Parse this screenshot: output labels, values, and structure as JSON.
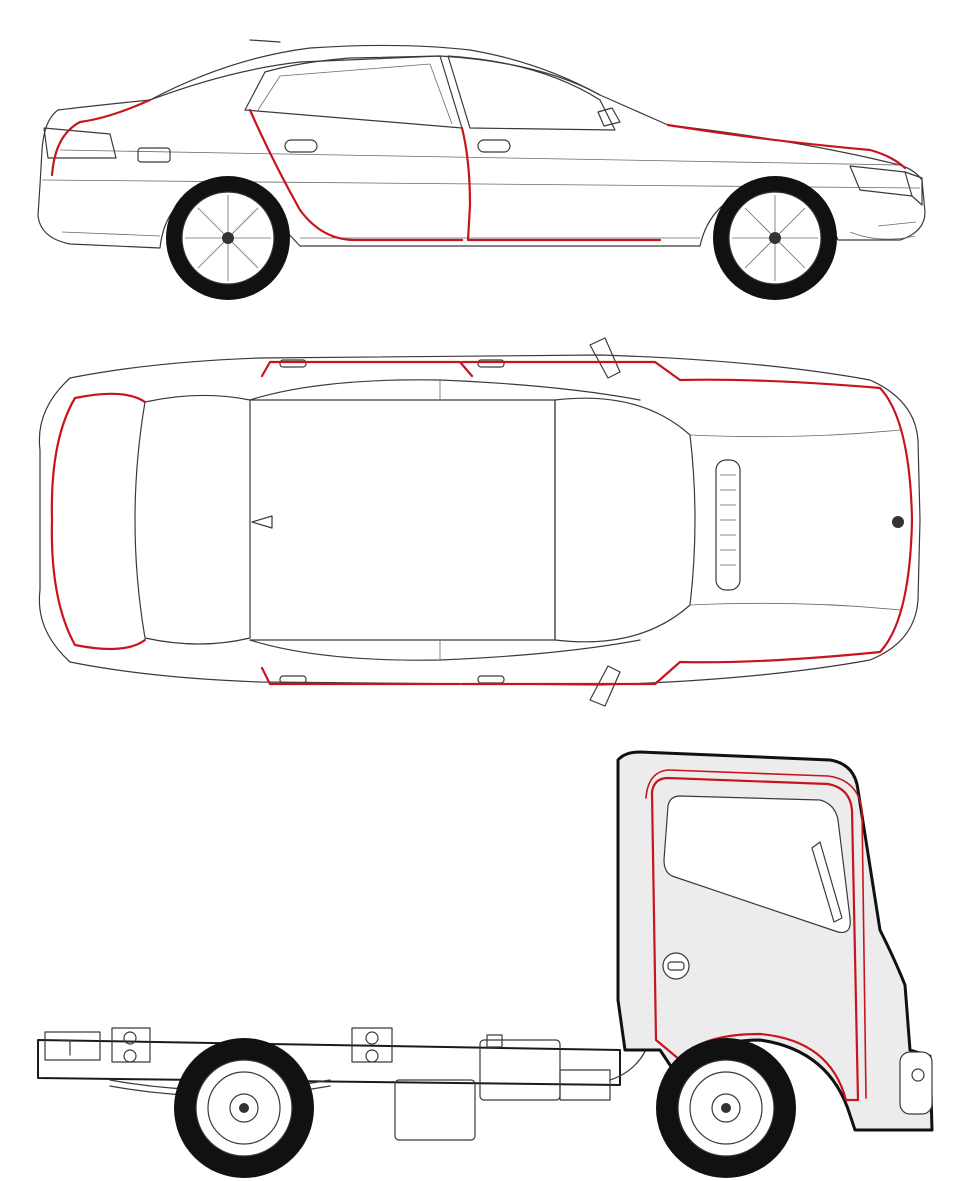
{
  "colors": {
    "outline": "#3a3a3a",
    "seal_highlight": "#c8141e",
    "tire": "#111111",
    "cab_fill": "#ececec",
    "background": "#ffffff"
  },
  "views": [
    {
      "id": "sedan-side",
      "kind": "sedan side view"
    },
    {
      "id": "sedan-top",
      "kind": "sedan top view"
    },
    {
      "id": "truck-side",
      "kind": "cab-chassis truck side view"
    }
  ]
}
